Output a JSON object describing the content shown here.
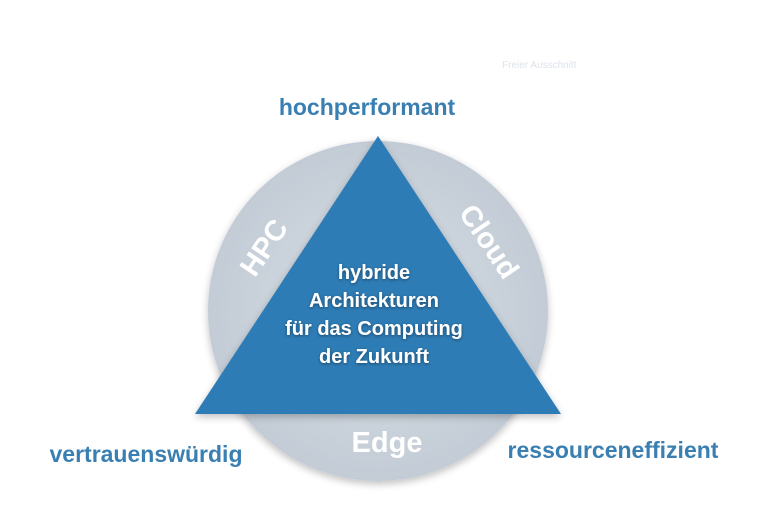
{
  "colors": {
    "circle": "#c9d1da",
    "circle_shadow": "#dfe4ea",
    "triangle": "#2f7bb5",
    "label_blue": "#3a7fb2",
    "side_text": "#ffffff"
  },
  "watermark": "Freier Ausschnitt",
  "corners": {
    "top": "hochperformant",
    "left": "vertrauenswürdig",
    "right": "ressourceneffizient"
  },
  "sides": {
    "left": "HPC",
    "right": "Cloud",
    "bottom": "Edge"
  },
  "center": {
    "lines": [
      "hybride",
      "Architekturen",
      "für das Computing",
      "der Zukunft"
    ]
  }
}
